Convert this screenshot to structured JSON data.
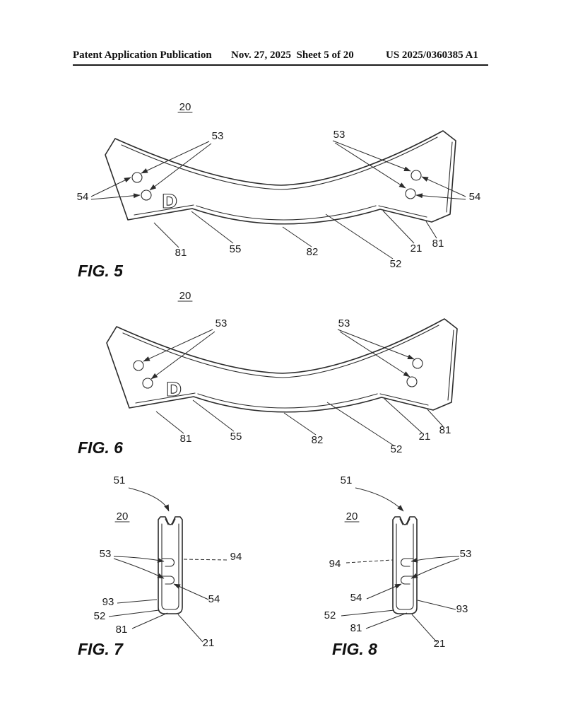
{
  "header": {
    "left": "Patent Application Publication",
    "center": "Nov. 27, 2025  Sheet 5 of 20",
    "right": "US 2025/0360385 A1"
  },
  "fig5": {
    "caption": "FIG. 5",
    "part_marking": "D",
    "refs": {
      "r20": "20",
      "r53a": "53",
      "r53b": "53",
      "r54a": "54",
      "r54b": "54",
      "r81a": "81",
      "r55": "55",
      "r82": "82",
      "r52": "52",
      "r21": "21",
      "r81b": "81"
    }
  },
  "fig6": {
    "caption": "FIG. 6",
    "part_marking": "D",
    "refs": {
      "r20": "20",
      "r53a": "53",
      "r53b": "53",
      "r81a": "81",
      "r55": "55",
      "r82": "82",
      "r52": "52",
      "r21": "21",
      "r81b": "81"
    }
  },
  "fig7": {
    "caption": "FIG. 7",
    "refs": {
      "r51": "51",
      "r20": "20",
      "r53": "53",
      "r94": "94",
      "r93": "93",
      "r52": "52",
      "r81": "81",
      "r54": "54",
      "r21": "21"
    }
  },
  "fig8": {
    "caption": "FIG. 8",
    "refs": {
      "r51": "51",
      "r20": "20",
      "r53": "53",
      "r94": "94",
      "r93": "93",
      "r52": "52",
      "r81": "81",
      "r54": "54",
      "r21": "21"
    }
  }
}
